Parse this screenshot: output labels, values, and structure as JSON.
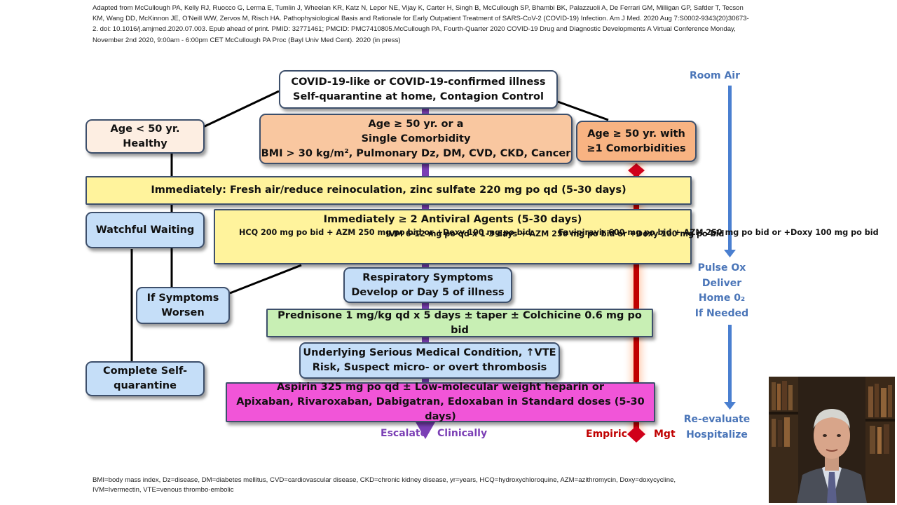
{
  "citation": "Adapted from McCullough PA, Kelly RJ, Ruocco G, Lerma E, Tumlin J, Wheelan KR, Katz N, Lepor NE, Vijay K, Carter H, Singh B, McCullough SP, Bhambi BK, Palazzuoli A, De Ferrari GM, Milligan GP, Safder T, Tecson KM, Wang DD, McKinnon JE, O'Neill WW, Zervos M, Risch HA. Pathophysiological Basis and Rationale for Early Outpatient Treatment of SARS-CoV-2 (COVID-19) Infection. Am J Med. 2020 Aug 7:S0002-9343(20)30673-2. doi: 10.1016/j.amjmed.2020.07.003. Epub ahead of print. PMID: 32771461; PMCID: PMC7410805.McCullough PA, Fourth-Quarter 2020 COVID-19 Drug and Diagnostic Developments A Virtual Conference Monday, November 2nd 2020, 9:00am - 6:00pm CET McCullough PA Proc (Bayl Univ Med Cent). 2020 (in press)",
  "boxes": {
    "top": [
      "COVID-19-like or COVID-19-confirmed illness",
      "Self-quarantine at home, Contagion Control"
    ],
    "young": [
      "Age < 50 yr.",
      "Healthy"
    ],
    "comorbidity": [
      "Age ≥ 50 yr. or a",
      "Single Comorbidity",
      "BMI > 30 kg/m², Pulmonary Dz, DM, CVD, CKD, Cancer"
    ],
    "multi": [
      "Age ≥ 50 yr. with",
      "≥1 Comorbidities"
    ],
    "immediately": "Immediately:  Fresh air/reduce reinoculation, zinc sulfate 220 mg po qd (5-30 days)",
    "watchful": "Watchful Waiting",
    "antiviral_title": "Immediately ≥ 2 Antiviral Agents (5-30 days)",
    "antiviral_cols": [
      [
        "HCQ 200 mg po bid",
        "+ AZM 250 mg po bid or",
        "+Doxy 100 mg po bid"
      ],
      [
        "IVM 6-12 mg po qd x 1-3 days",
        "+ AZM 250 mg po bid or",
        "+Doxy 100 mg po bid"
      ],
      [
        "Favipiravir 600 mg po bid",
        "+ AZM 250 mg po bid or",
        "+Doxy 100 mg po bid"
      ]
    ],
    "symptoms_worsen": [
      "If Symptoms",
      "Worsen"
    ],
    "respiratory": [
      "Respiratory Symptoms",
      "Develop or Day 5 of illness"
    ],
    "prednisone": "Prednisone 1 mg/kg qd x 5 days ± taper ± Colchicine 0.6 mg po bid",
    "underlying": [
      "Underlying Serious Medical Condition, ↑VTE",
      "Risk, Suspect micro- or overt thrombosis"
    ],
    "complete": [
      "Complete Self-",
      "quarantine"
    ],
    "aspirin": [
      "Aspirin 325 mg po qd ± Low-molecular weight heparin or",
      "Apixaban, Rivaroxaban, Dabigatran, Edoxaban in Standard doses (5-30 days)"
    ]
  },
  "bottom_labels": {
    "escalate": "Escalate",
    "clinically": "Clinically",
    "empiric": "Empiric",
    "mgt": "Mgt"
  },
  "side_panel": {
    "room_air": "Room Air",
    "pulse_ox": [
      "Pulse Ox",
      "Deliver",
      "Home 0₂",
      "If Needed"
    ],
    "reevaluate": [
      "Re-evaluate",
      "Hospitalize"
    ]
  },
  "footnote": "BMI=body mass index, Dz=disease, DM=diabetes mellitus, CVD=cardiovascular disease, CKD=chronic kidney disease, yr=years, HCQ=hydroxychloroquine, AZM=azithromycin, Doxy=doxycycline, IVM=Ivermectin, VTE=venous thrombo-embolic",
  "colors": {
    "escalate_arrow": "#7b3fb5",
    "empiric_arrow": "#c00000",
    "side_arrow": "#4a7fd0",
    "side_text": "#4a75b8",
    "yellow_box": "#fff39c",
    "magenta_box": "#f155d8",
    "green_box": "#c8efb4",
    "blue_box": "#c5def8"
  }
}
